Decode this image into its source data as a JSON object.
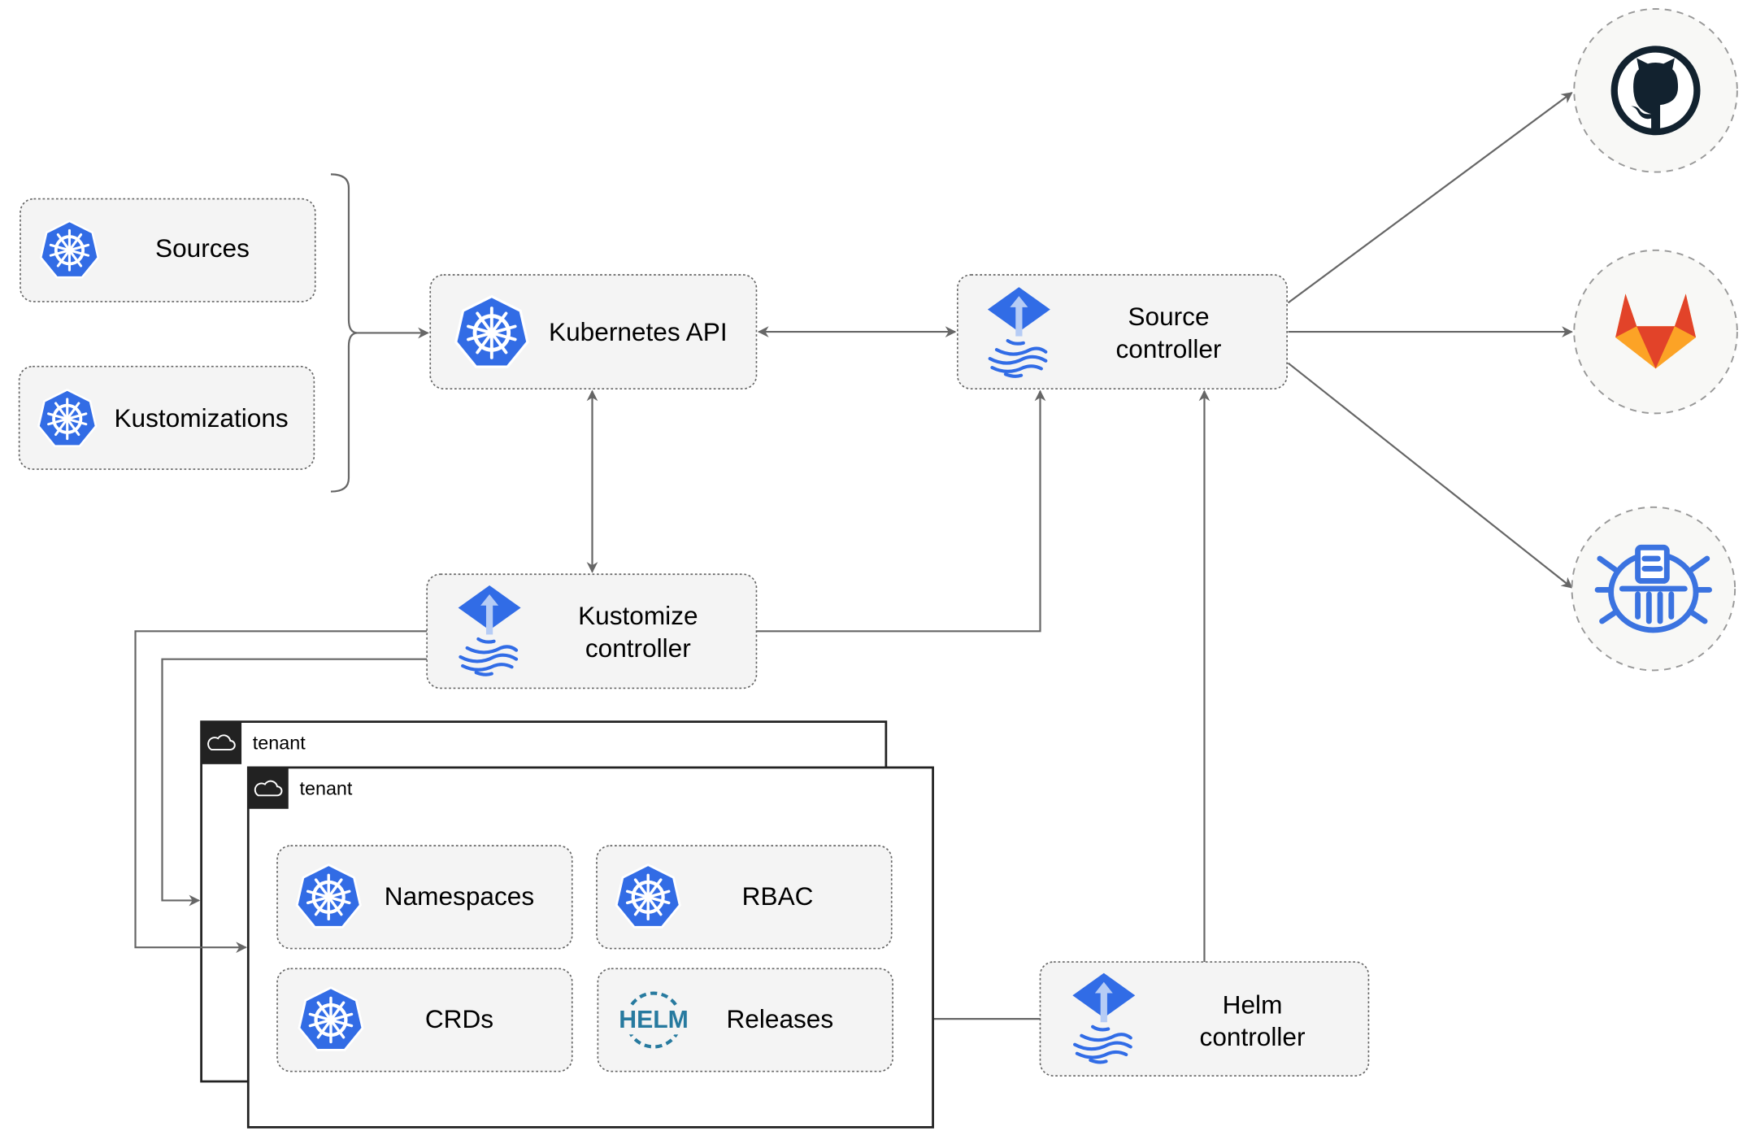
{
  "colors": {
    "k8s_blue": "#326ce5",
    "flux_blue": "#316ce6",
    "edge": "#666666",
    "box_fill": "#f4f4f4",
    "github": "#12222f",
    "gitlab_orange": "#e24329",
    "gitlab_light": "#fca326"
  },
  "crds": {
    "sources": "Sources",
    "kustomizations": "Kustomizations"
  },
  "api": {
    "label": "Kubernetes API"
  },
  "source_controller": {
    "line1": "Source",
    "line2": "controller"
  },
  "kustomize_controller": {
    "line1": "Kustomize",
    "line2": "controller"
  },
  "helm_controller": {
    "line1": "Helm",
    "line2": "controller"
  },
  "tenants": [
    {
      "label": "tenant"
    },
    {
      "label": "tenant"
    }
  ],
  "resources": {
    "namespaces": "Namespaces",
    "rbac": "RBAC",
    "crds": "CRDs",
    "releases": "Releases",
    "helm_logo": "HELM"
  },
  "external_sources": [
    {
      "icon": "github-icon"
    },
    {
      "icon": "gitlab-icon"
    },
    {
      "icon": "bucket-icon"
    }
  ]
}
